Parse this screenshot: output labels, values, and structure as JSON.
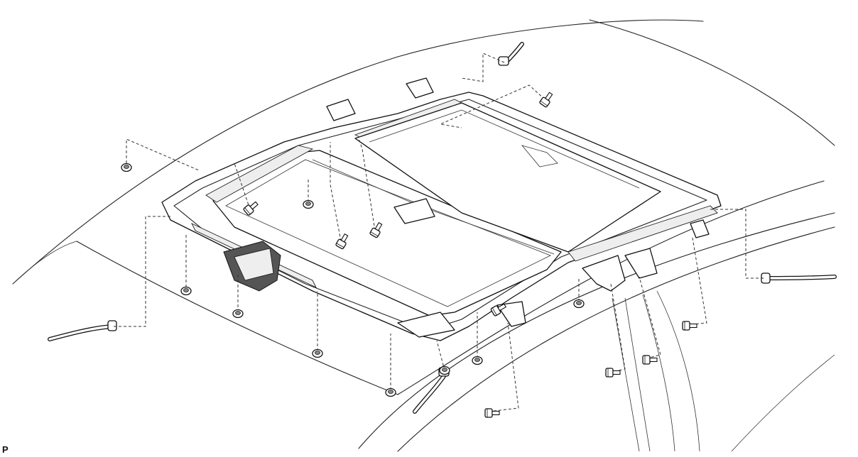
{
  "figure": {
    "code": "P"
  },
  "colors": {
    "line": "#222222",
    "background": "#ffffff"
  },
  "parts": {
    "nuts": [
      "nut",
      "nut",
      "nut",
      "nut",
      "nut",
      "nut",
      "nut",
      "nut",
      "nut"
    ],
    "bolts": [
      "bolt",
      "bolt",
      "bolt",
      "bolt",
      "bolt",
      "bolt",
      "bolt",
      "bolt",
      "bolt"
    ],
    "drain_hoses": [
      "front-left",
      "front-right",
      "rear-left",
      "rear-right"
    ]
  }
}
